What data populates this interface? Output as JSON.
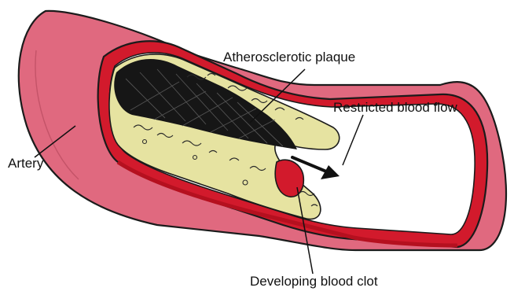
{
  "diagram": {
    "labels": {
      "plaque": "Atherosclerotic plaque",
      "flow": "Restricted blood flow",
      "artery": "Artery",
      "clot": "Developing blood clot"
    }
  },
  "colors": {
    "artery_outer": "#e0697f",
    "artery_wall": "#d21a2c",
    "artery_wall_dark": "#b5101f",
    "plaque": "#e6e3a1",
    "plaque_core": "#161616",
    "lumen": "#ffffff",
    "outline": "#1b1b1b"
  }
}
